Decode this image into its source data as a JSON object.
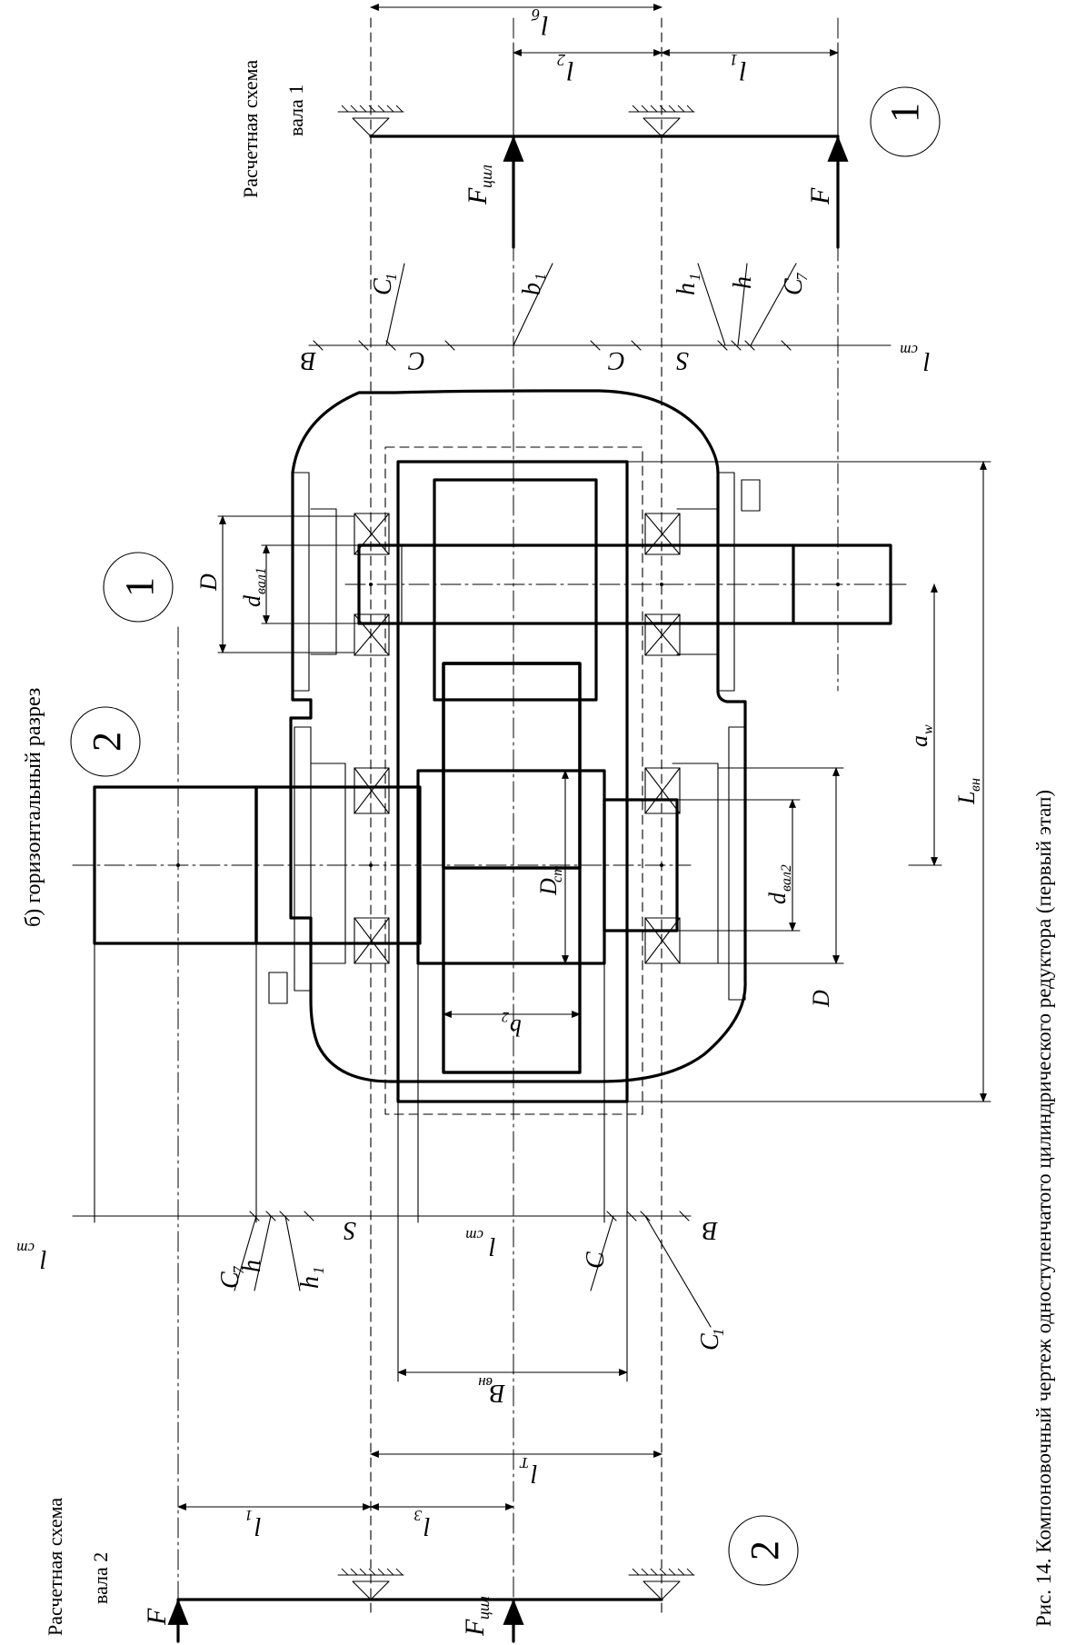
{
  "figure": {
    "caption": "Рис. 14. Компоновочный чертеж одноступенчатого цилиндрического редуктора (первый этап)",
    "section_title": "б) горизонтальный разрез"
  },
  "schemes": {
    "shaft1_title_line1": "Расчетная схема",
    "shaft1_title_line2": "вала 1",
    "shaft2_title_line1": "Расчетная схема",
    "shaft2_title_line2": "вала 2"
  },
  "markers": {
    "shaft1": "1",
    "shaft2": "2"
  },
  "forces": {
    "f_cyl_main": "F",
    "f_cyl_sub": "цил",
    "f_end": "F"
  },
  "dimensions": {
    "l_b": "l",
    "l_b_sub": "б",
    "l_2": "l",
    "l_2_sub": "2",
    "l_1": "l",
    "l_1_sub": "1",
    "l_T": "l",
    "l_T_sub": "Т",
    "l_3": "l",
    "l_3_sub": "3",
    "l_1b": "l",
    "l_1b_sub": "1",
    "C1": "C",
    "C1_sub": "1",
    "b1": "b",
    "b1_sub": "1",
    "h1": "h",
    "h1_sub": "1",
    "h": "h",
    "C7": "C",
    "C7_sub": "7",
    "B": "B",
    "C": "C",
    "S": "S",
    "l_st": "l",
    "l_st_sub": "ст",
    "D": "D",
    "d_val1": "d",
    "d_val1_sub": "вал1",
    "d_val2": "d",
    "d_val2_sub": "вал2",
    "a_w": "a",
    "a_w_sub": "w",
    "L_vn": "L",
    "L_vn_sub": "вн",
    "D_st": "D",
    "D_st_sub": "ст",
    "b2": "b",
    "b2_sub": "2",
    "B_vn": "B",
    "B_vn_sub": "вн"
  }
}
